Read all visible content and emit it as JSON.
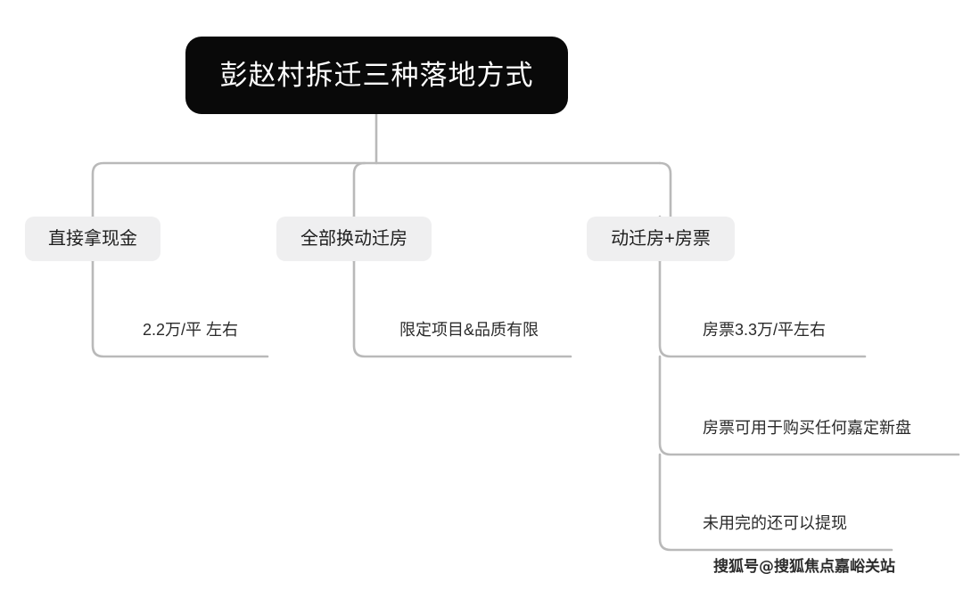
{
  "diagram": {
    "type": "mind-map",
    "background_color": "#ffffff",
    "root": {
      "label": "彭赵村拆迁三种落地方式",
      "background_color": "#090909",
      "text_color": "#ffffff"
    },
    "connector_color": "#b9b9b9",
    "branches": [
      {
        "id": "cash",
        "label": "直接拿现金",
        "background_color": "#efeff0",
        "text_color": "#1d1d1d",
        "leaves": [
          {
            "label": "2.2万/平 左右"
          }
        ]
      },
      {
        "id": "housing",
        "label": "全部换动迁房",
        "background_color": "#efeff0",
        "text_color": "#1d1d1d",
        "leaves": [
          {
            "label": "限定项目&品质有限"
          }
        ]
      },
      {
        "id": "mixed",
        "label": "动迁房+房票",
        "background_color": "#efeff0",
        "text_color": "#1d1d1d",
        "leaves": [
          {
            "label": "房票3.3万/平左右"
          },
          {
            "label": "房票可用于购买任何嘉定新盘"
          },
          {
            "label": "未用完的还可以提现"
          }
        ]
      }
    ]
  },
  "watermark": {
    "text": "搜狐号@搜狐焦点嘉峪关站"
  }
}
